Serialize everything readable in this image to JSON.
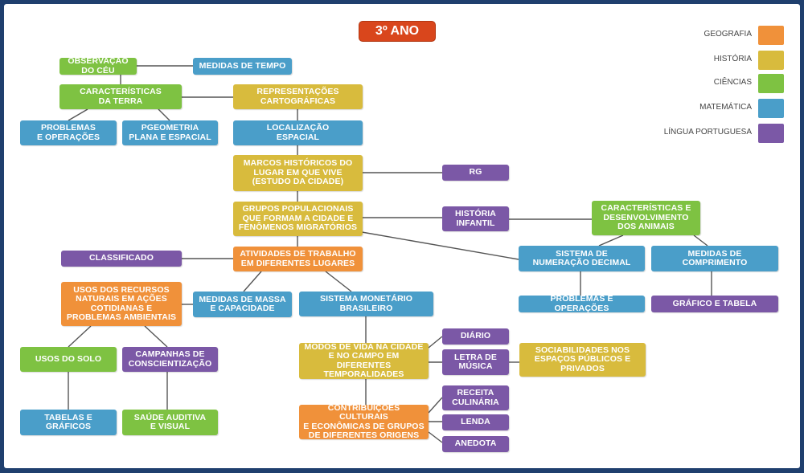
{
  "title": "3º ANO",
  "legend": [
    {
      "label": "GEOGRAFIA",
      "color": "#f0913a"
    },
    {
      "label": "HISTÓRIA",
      "color": "#d8bb3d"
    },
    {
      "label": "CIÊNCIAS",
      "color": "#7ec242"
    },
    {
      "label": "MATEMÁTICA",
      "color": "#4a9ec9"
    },
    {
      "label": "LÍNGUA PORTUGUESA",
      "color": "#7b58a6"
    }
  ],
  "nodes": {
    "observacao_ceu": "OBSERVAÇÃO DO CÉU",
    "medidas_tempo": "MEDIDAS DE TEMPO",
    "caracteristicas_terra": "CARACTERÍSTICAS\nDA TERRA",
    "representacoes": "REPRESENTAÇÕES\nCARTOGRÁFICAS",
    "problemas_operacoes_1": "PROBLEMAS\nE OPERAÇÕES",
    "pgeometria": "PGEOMETRIA\nPLANA E ESPACIAL",
    "localizacao": "LOCALIZAÇÃO\nESPACIAL",
    "marcos": "MARCOS HISTÓRICOS DO\nLUGAR EM QUE VIVE\n(ESTUDO DA CIDADE)",
    "rg": "RG",
    "grupos": "GRUPOS POPULACIONAIS\nQUE FORMAM A CIDADE E\nFENÔMENOS MIGRATÓRIOS",
    "historia_infantil": "HISTÓRIA\nINFANTIL",
    "caracteristicas_animais": "CARACTERÍSTICAS E\nDESENVOLVIMENTO\nDOS ANIMAIS",
    "classificado": "CLASSIFICADO",
    "atividades": "ATIVIDADES DE TRABALHO\nEM DIFERENTES LUGARES",
    "sistema_numeracao": "SISTEMA DE\nNUMERAÇÃO DECIMAL",
    "medidas_comprimento": "MEDIDAS DE\nCOMPRIMENTO",
    "usos_recursos": "USOS DOS RECURSOS\nNATURAIS EM AÇÕES\nCOTIDIANAS E\nPROBLEMAS AMBIENTAIS",
    "medidas_massa": "MEDIDAS DE MASSA\nE CAPACIDADE",
    "sistema_monetario": "SISTEMA MONETÁRIO\nBRASILEIRO",
    "problemas_operacoes_2": "PROBLEMAS E OPERAÇÕES",
    "grafico_tabela": "GRÁFICO E TABELA",
    "diario": "DIÁRIO",
    "usos_solo": "USOS DO SOLO",
    "campanhas": "CAMPANHAS DE\nCONSCIENTIZAÇÃO",
    "modos_vida": "MODOS DE VIDA NA CIDADE\nE NO CAMPO EM DIFERENTES\nTEMPORALIDADES",
    "letra_musica": "LETRA DE\nMÚSICA",
    "sociabilidades": "SOCIABILIDADES NOS\nESPAÇOS PÚBLICOS E\nPRIVADOS",
    "receita": "RECEITA\nCULINÁRIA",
    "tabelas_graficos": "TABELAS E\nGRÁFICOS",
    "saude_auditiva": "SAÚDE AUDITIVA\nE VISUAL",
    "contribuicoes": "CONTRIBUIÇÕES CULTURAIS\nE ECONÔMICAS DE GRUPOS\nDE DIFERENTES ORIGENS",
    "lenda": "LENDA",
    "anedota": "ANEDOTA"
  }
}
